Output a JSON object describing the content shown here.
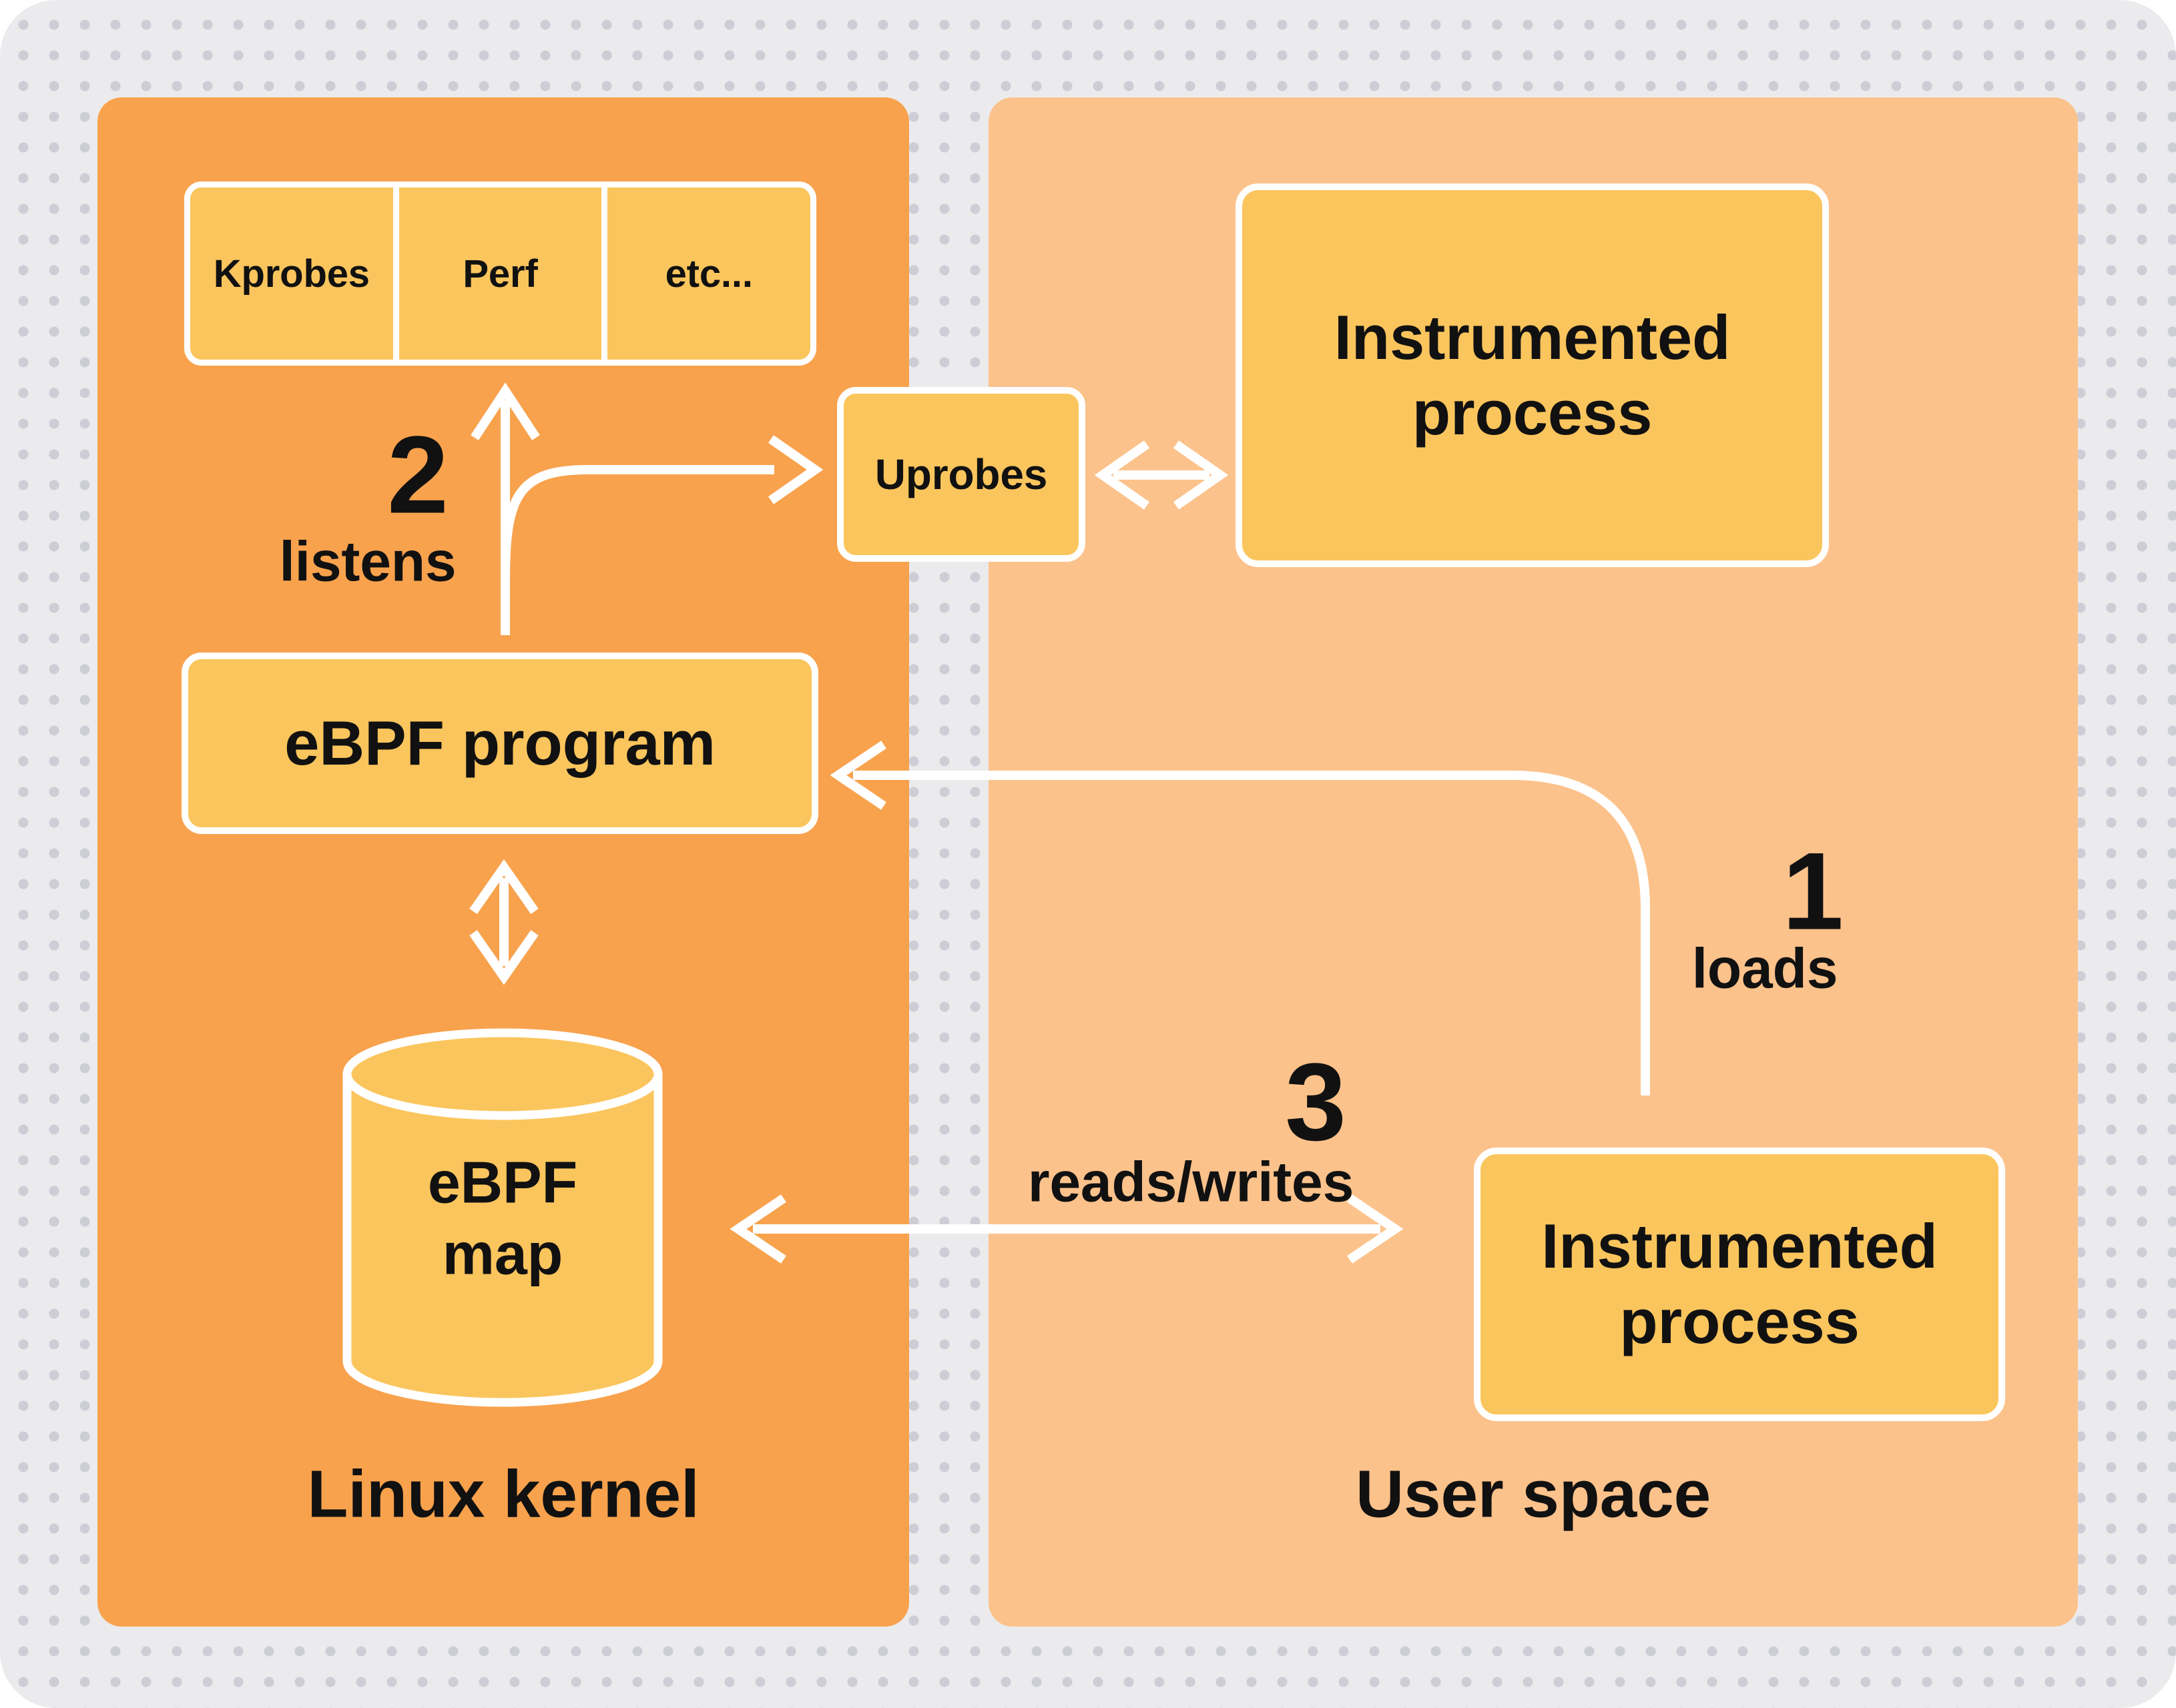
{
  "diagram": {
    "kernel_panel": {
      "label": "Linux kernel",
      "probes": [
        "Kprobes",
        "Perf",
        "etc..."
      ],
      "ebpf_program": "eBPF program",
      "ebpf_map": [
        "eBPF",
        "map"
      ]
    },
    "user_panel": {
      "label": "User space",
      "top_process": [
        "Instrumented",
        "process"
      ],
      "bottom_process": [
        "Instrumented",
        "process"
      ]
    },
    "uprobes": "Uprobes",
    "steps": {
      "loads": {
        "number": "1",
        "label": "loads"
      },
      "listens": {
        "number": "2",
        "label": "listens"
      },
      "reads_writes": {
        "number": "3",
        "label": "reads/writes"
      }
    },
    "colors": {
      "canvas": "#EBEBED",
      "dots": "#CDCDD6",
      "kernel_panel": "#F8A24D",
      "user_panel": "#FCC28B",
      "node_fill": "#FBC55D",
      "stroke": "#FFFFFF",
      "text": "#111111"
    }
  }
}
